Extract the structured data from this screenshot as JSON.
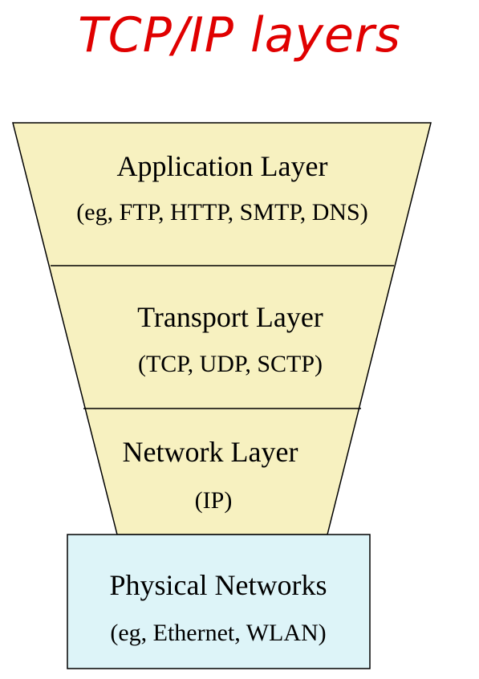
{
  "title": "TCP/IP layers",
  "colors": {
    "title": "#e00000",
    "funnel_fill": "#f7f1c0",
    "physical_fill": "#ddf4f8",
    "outline": "#000000"
  },
  "layers": [
    {
      "name": "Application Layer",
      "detail": "(eg, FTP, HTTP, SMTP, DNS)"
    },
    {
      "name": "Transport Layer",
      "detail": "(TCP, UDP, SCTP)"
    },
    {
      "name": "Network Layer",
      "detail": "(IP)"
    }
  ],
  "physical": {
    "name": "Physical Networks",
    "detail": "(eg, Ethernet, WLAN)"
  }
}
